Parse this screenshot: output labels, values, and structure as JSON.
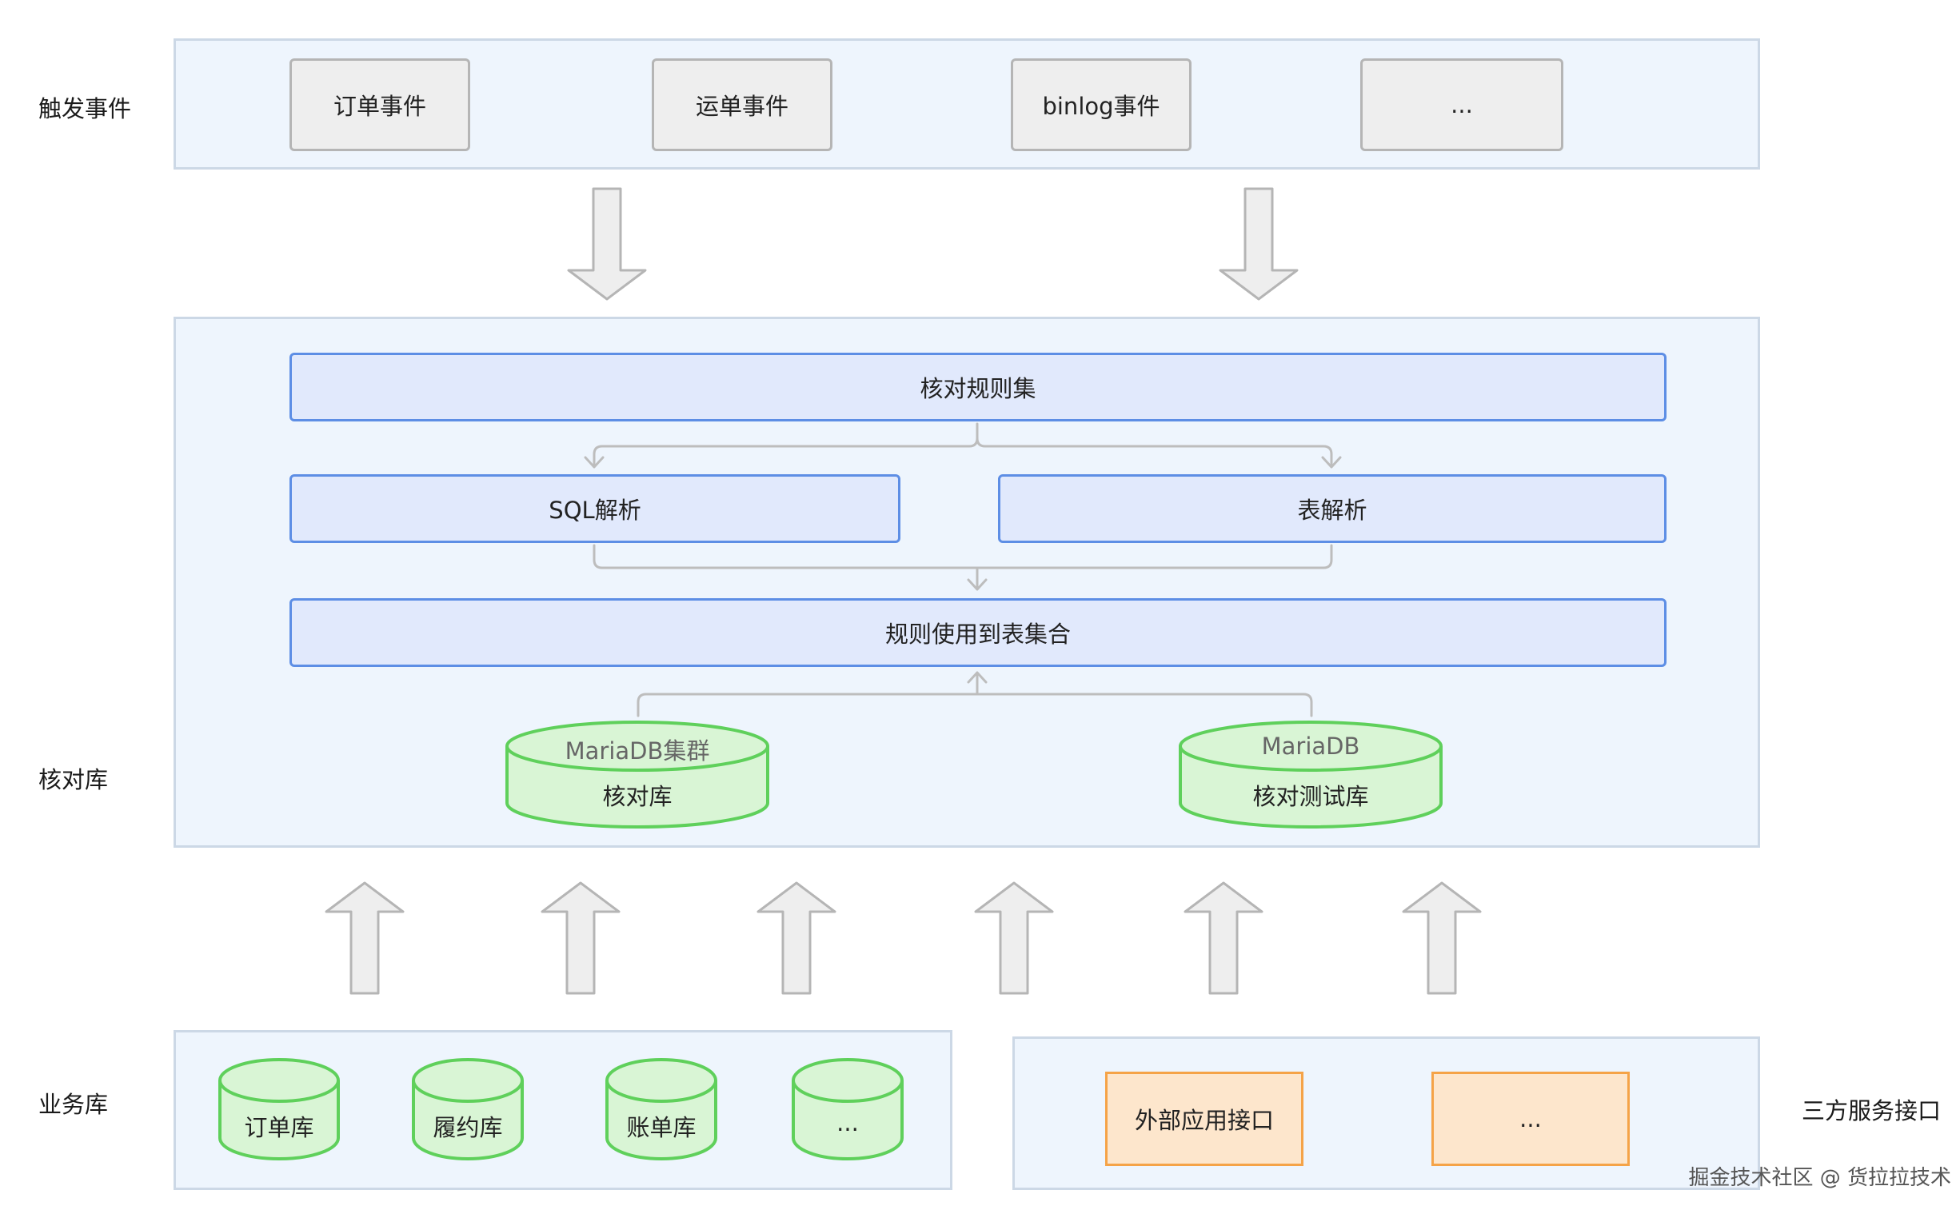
{
  "rows": {
    "trigger": "触发事件",
    "check_db": "核对库",
    "biz_db": "业务库",
    "third_party": "三方服务接口"
  },
  "events": [
    "订单事件",
    "运单事件",
    "binlog事件",
    "..."
  ],
  "rule_set": "核对规则集",
  "sql_parse": "SQL解析",
  "table_parse": "表解析",
  "rule_tables": "规则使用到表集合",
  "databases": [
    {
      "top": "MariaDB集群",
      "name": "核对库"
    },
    {
      "top": "MariaDB",
      "name": "核对测试库"
    }
  ],
  "biz_dbs": [
    "订单库",
    "履约库",
    "账单库",
    "..."
  ],
  "third_party_apis": [
    "外部应用接口",
    "..."
  ],
  "footer": "掘金技术社区 @ 货拉拉技术",
  "colors": {
    "panel_bg": "#eef5fd",
    "blue_border": "#5d8ee5",
    "green_border": "#5fd05b",
    "orange_border": "#f5a347",
    "gray_arrow": "#b5b5b5"
  }
}
